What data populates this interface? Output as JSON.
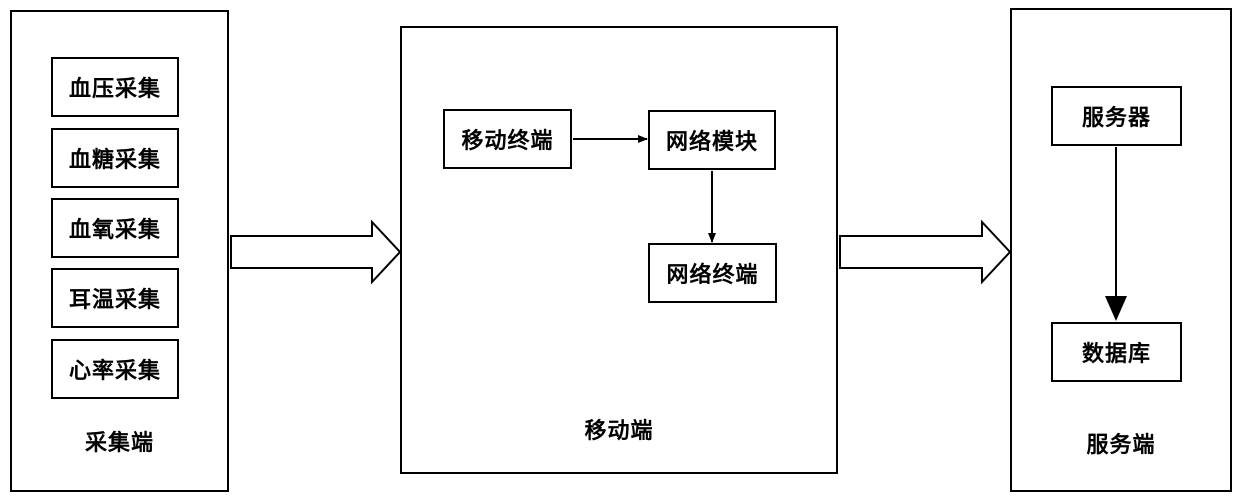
{
  "collection": {
    "title": "采集端",
    "items": [
      "血压采集",
      "血糖采集",
      "血氧采集",
      "耳温采集",
      "心率采集"
    ]
  },
  "mobile": {
    "title": "移动端",
    "terminal": "移动终端",
    "network_module": "网络模块",
    "network_terminal": "网络终端"
  },
  "server_side": {
    "title": "服务端",
    "server": "服务器",
    "database": "数据库"
  }
}
